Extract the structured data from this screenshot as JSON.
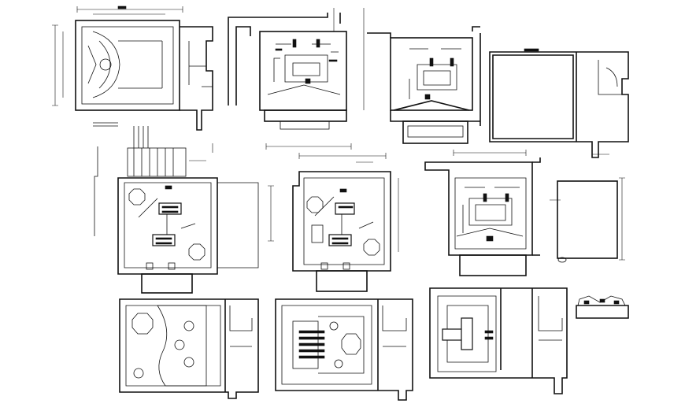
{
  "drawing": {
    "background": "#ffffff",
    "line_color": "#111111",
    "panels": [
      {
        "id": "plan-top-1",
        "kind": "floor-plan"
      },
      {
        "id": "plan-top-2",
        "kind": "electrical-layout"
      },
      {
        "id": "plan-top-3",
        "kind": "electrical-layout"
      },
      {
        "id": "plan-top-4",
        "kind": "floor-plan"
      },
      {
        "id": "plan-mid-1",
        "kind": "equipment-layout"
      },
      {
        "id": "plan-mid-2",
        "kind": "equipment-layout"
      },
      {
        "id": "plan-mid-3",
        "kind": "electrical-layout"
      },
      {
        "id": "plan-mid-4",
        "kind": "floor-plan"
      },
      {
        "id": "plan-bot-1",
        "kind": "equipment-layout"
      },
      {
        "id": "plan-bot-2",
        "kind": "equipment-layout"
      },
      {
        "id": "plan-bot-3",
        "kind": "equipment-layout"
      },
      {
        "id": "detail-small",
        "kind": "detail"
      }
    ]
  }
}
